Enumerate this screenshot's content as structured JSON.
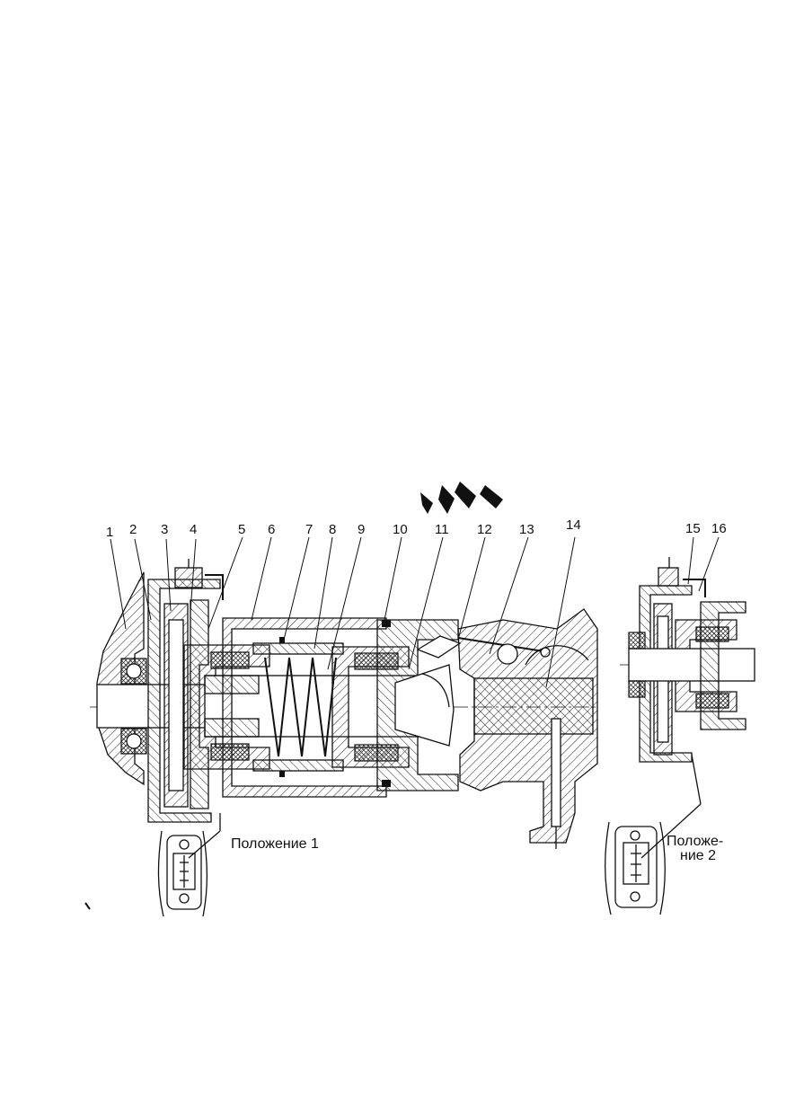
{
  "callouts": [
    "1",
    "2",
    "3",
    "4",
    "5",
    "6",
    "7",
    "8",
    "9",
    "10",
    "11",
    "12",
    "13",
    "14",
    "15",
    "16"
  ],
  "captions": {
    "position1": "Положение 1",
    "position2_line1": "Положе-",
    "position2_line2": "ние 2"
  },
  "colors": {
    "ink": "#111111",
    "paper": "#ffffff"
  }
}
